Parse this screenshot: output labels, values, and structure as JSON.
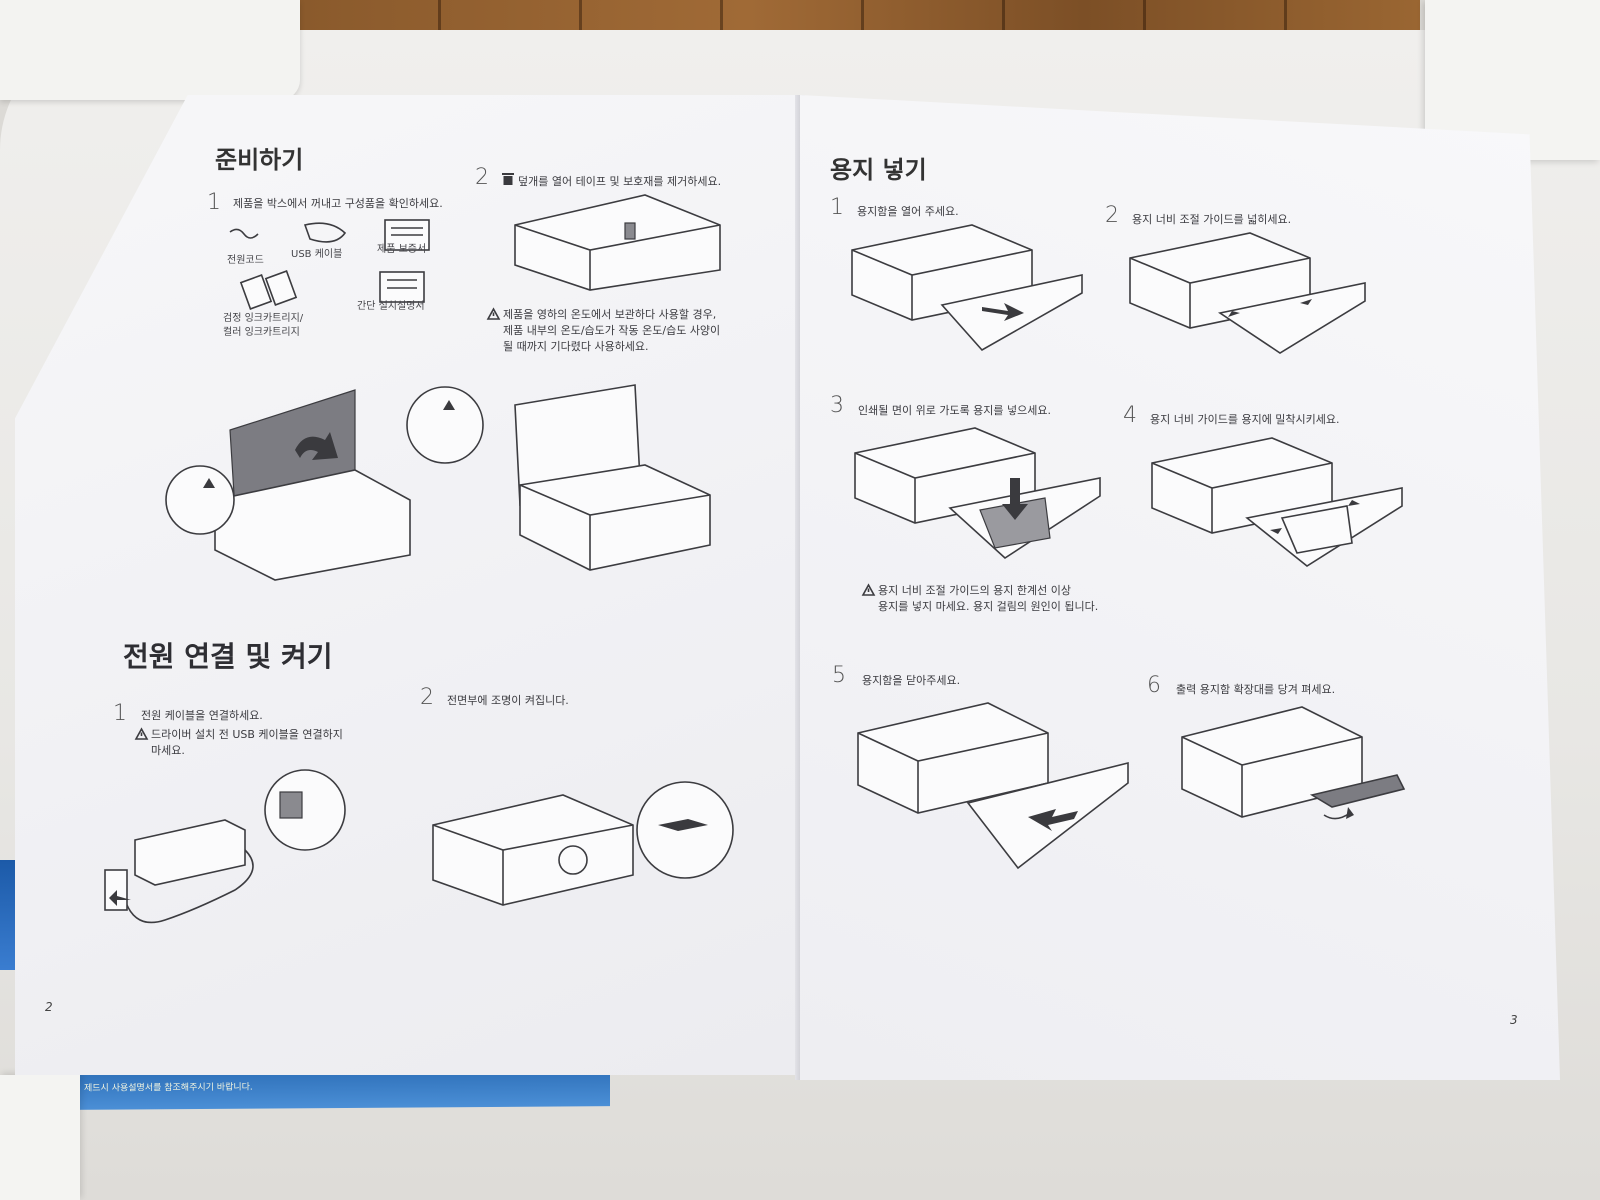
{
  "left_page": {
    "section1": {
      "title": "준비하기",
      "step1": {
        "num": "1",
        "text": "제품을 박스에서 꺼내고 구성품을 확인하세요.",
        "items": [
          "전원코드",
          "USB 케이블",
          "제품 보증서",
          "검정 잉크카트리지/",
          "컬러 잉크카트리지",
          "간단 설치설명서"
        ]
      },
      "step2": {
        "num": "2",
        "text": "덮개를 열어 테이프 및 보호재를 제거하세요.",
        "warning": [
          "제품을 영하의 온도에서 보관하다 사용할 경우,",
          "제품 내부의 온도/습도가 작동 온도/습도 사양이",
          "될 때까지 기다렸다 사용하세요."
        ]
      }
    },
    "section2": {
      "title": "전원 연결 및 켜기",
      "step1": {
        "num": "1",
        "text": "전원 케이블을 연결하세요.",
        "warning": [
          "드라이버 설치 전 USB 케이블을 연결하지",
          "마세요."
        ]
      },
      "step2": {
        "num": "2",
        "text": "전면부에 조명이 켜집니다."
      }
    },
    "page_number": "2"
  },
  "right_page": {
    "title": "용지 넣기",
    "steps": [
      {
        "num": "1",
        "text": "용지함을 열어 주세요."
      },
      {
        "num": "2",
        "text": "용지 너비 조절 가이드를 넓히세요."
      },
      {
        "num": "3",
        "text": "인쇄될 면이 위로 가도록 용지를 넣으세요."
      },
      {
        "num": "4",
        "text": "용지 너비 가이드를 용지에 밀착시키세요."
      },
      {
        "num": "5",
        "text": "용지함을 닫아주세요."
      },
      {
        "num": "6",
        "text": "출력 용지함 확장대를 당겨 펴세요."
      }
    ],
    "warning": [
      "용지 너비 조절 가이드의 용지 한계선 이상",
      "용지를 넣지 마세요. 용지 걸림의 원인이 됩니다."
    ],
    "page_number": "3"
  },
  "booklet_strip": {
    "text": "제드시 사용설명서를 참조해주시기 바랍니다."
  },
  "icons": [
    "warning-triangle-icon",
    "trash-icon"
  ]
}
